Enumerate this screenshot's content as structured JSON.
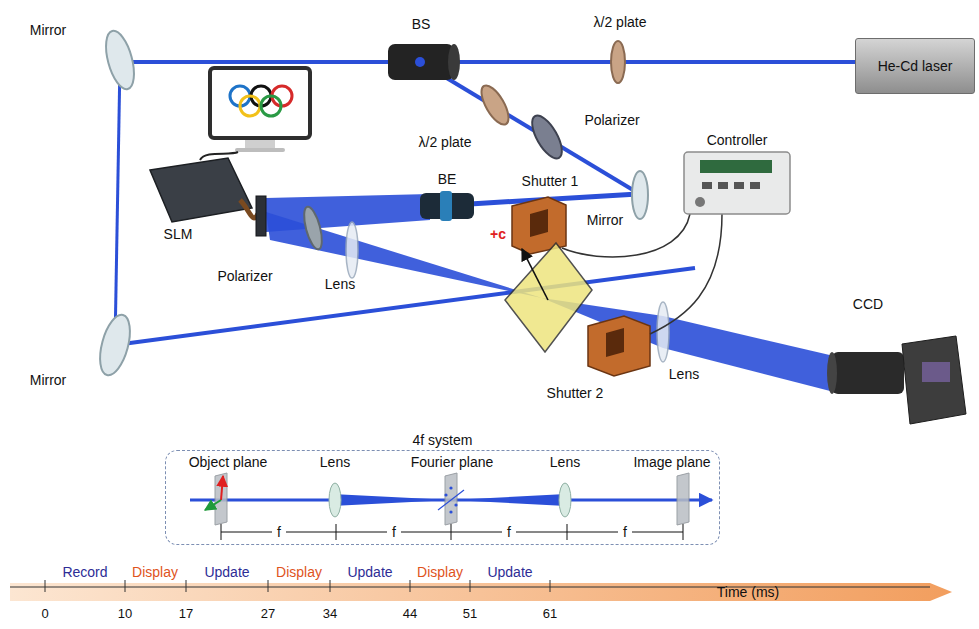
{
  "diagram": {
    "nodes": [
      {
        "text": [
          "He-Cd laser"
        ]
      },
      {
        "text": [
          "4f system"
        ]
      }
    ],
    "labels": [
      "Mirror",
      "BS",
      "λ/2 plate",
      "λ/2 plate",
      "Polarizer",
      "Shutter 1",
      "Mirror",
      "Controller",
      "BE",
      "SLM",
      "+c",
      "Polarizer",
      "Lens",
      "CCD",
      "Shutter 2",
      "Lens",
      "Mirror",
      "Object plane",
      "Lens",
      "Fourier plane",
      "Lens",
      "Image plane",
      "f",
      "f",
      "f",
      "f",
      "Record",
      "Display",
      "Update",
      "Display",
      "Update",
      "Display",
      "Update",
      "Time (ms)",
      "0",
      "10",
      "17",
      "27",
      "34",
      "44",
      "51",
      "61"
    ]
  }
}
